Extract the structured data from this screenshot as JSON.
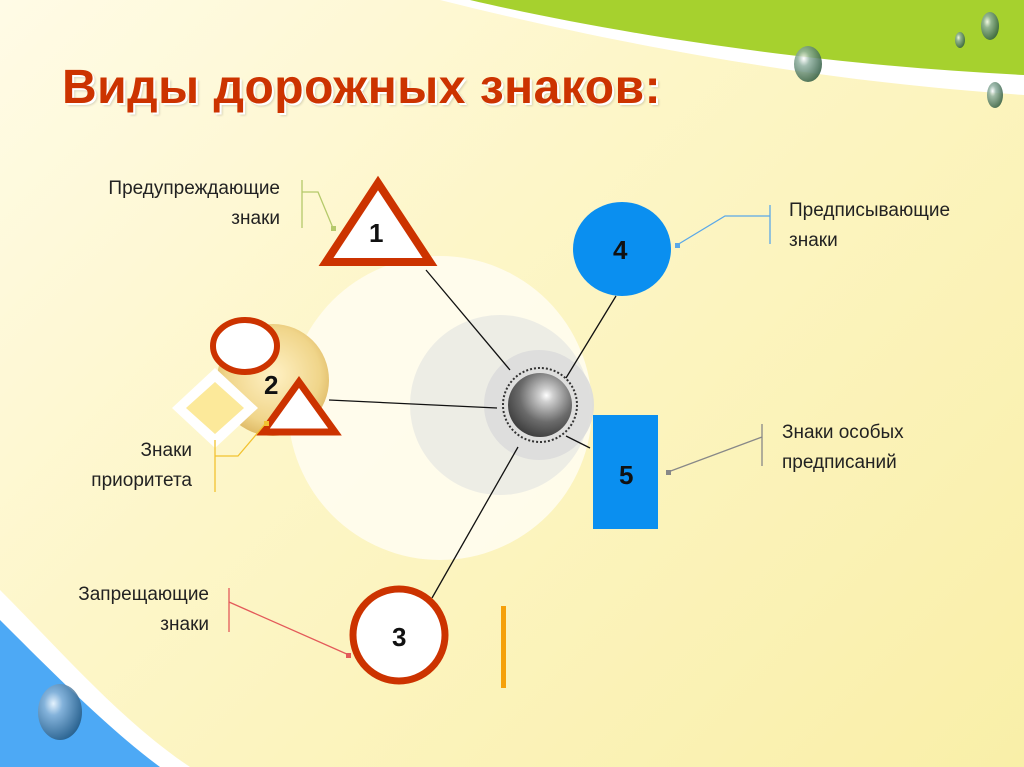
{
  "title": "Виды дорожных знаков:",
  "colors": {
    "title": "#cc3300",
    "red_sign": "#cc3300",
    "blue_sign": "#0a8ff0",
    "accent_green": "#a6d12e",
    "accent_blue": "#4da9f5",
    "connector_warning": "#b5c96a",
    "connector_priority": "#f2c230",
    "connector_prohibitory": "#e35a5a",
    "connector_mandatory": "#5aa8e8",
    "connector_special": "#888888"
  },
  "categories": [
    {
      "number": "1",
      "label_line1": "Предупреждающие",
      "label_line2": "знаки",
      "shape": "triangle"
    },
    {
      "number": "2",
      "label_line1": "Знаки",
      "label_line2": "приоритета",
      "shape": "mixed"
    },
    {
      "number": "3",
      "label_line1": "Запрещающие",
      "label_line2": "знаки",
      "shape": "red-circle"
    },
    {
      "number": "4",
      "label_line1": "Предписывающие",
      "label_line2": "знаки",
      "shape": "blue-circle"
    },
    {
      "number": "5",
      "label_line1": "Знаки особых",
      "label_line2": "предписаний",
      "shape": "blue-rectangle"
    }
  ]
}
